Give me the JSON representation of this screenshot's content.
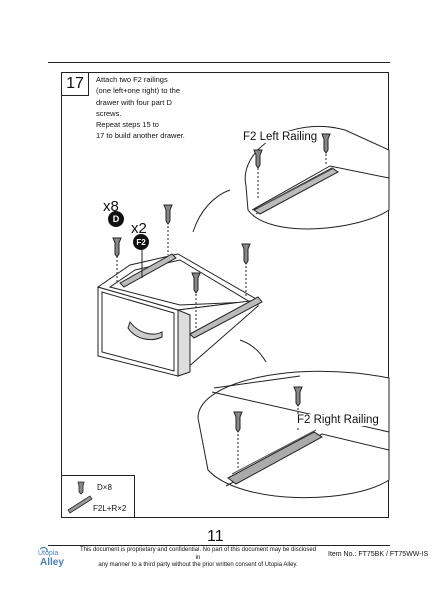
{
  "step": {
    "number": "17"
  },
  "instructions": [
    "Attach two F2 railings",
    "(one left+one right) to the",
    "drawer with four part D",
    "screws.",
    "Repeat steps 15 to",
    "17 to build another drawer."
  ],
  "callouts": {
    "left_railing": "F2 Left Railing",
    "right_railing": "F2 Right Railing"
  },
  "quantities": {
    "d_count": "x8",
    "d_letter": "D",
    "f2_count": "x2",
    "f2_letter": "F2"
  },
  "parts_list": {
    "d": "D×8",
    "f2": "F2L+R×2"
  },
  "footer": {
    "page_number": "11",
    "logo_line1": "Utopia",
    "logo_line2": "Alley",
    "disclaimer_line1": "This document is proprietary and confidential. No part of this document may be disclosed in",
    "disclaimer_line2": "any manner to a third party without the prior written consent of Utopia Alley.",
    "item_no": "Item No.: FT75BK / FT75WW-IS"
  }
}
